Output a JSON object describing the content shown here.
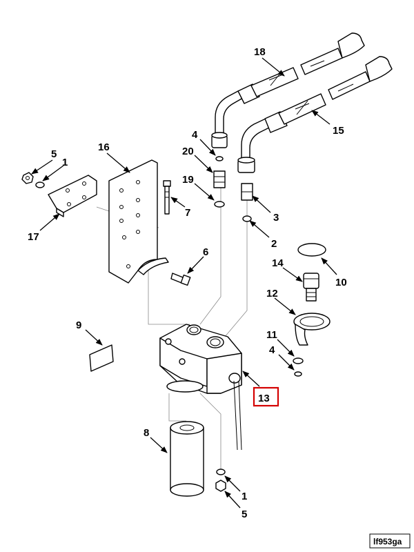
{
  "diagram": {
    "figure_code": "lf953ga",
    "highlight_color": "#d40000",
    "callouts": {
      "c18": "18",
      "c4a": "4",
      "c20": "20",
      "c19": "19",
      "c15": "15",
      "c3": "3",
      "c5a": "5",
      "c1a": "1",
      "c16": "16",
      "c17": "17",
      "c7": "7",
      "c2": "2",
      "c6": "6",
      "c14": "14",
      "c10": "10",
      "c12": "12",
      "c9": "9",
      "c11": "11",
      "c4b": "4",
      "c13": "13",
      "c8": "8",
      "c1b": "1",
      "c5b": "5"
    },
    "highlighted_callout": "13"
  }
}
